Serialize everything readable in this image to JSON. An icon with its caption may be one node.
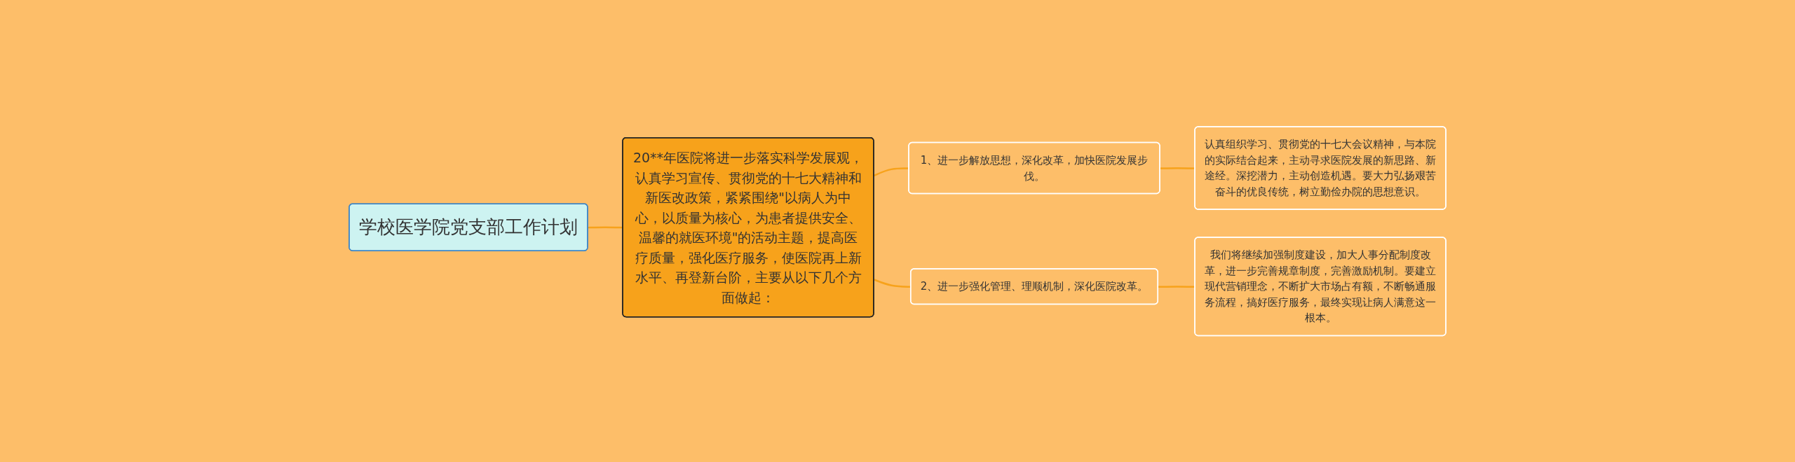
{
  "diagram": {
    "nodes": [
      {
        "text": [
          "学校医学院党支部工作计划"
        ]
      },
      {
        "text": [
          "20**年医院将进一步落实科学发展观，认真学习宣传、贯彻党的十七大精神和新医改政策，紧紧围绕\"以病人为中心，以质量为核心，为患者提供安全、温馨的就医环境\"的活动主题，提高医疗质量，强化医疗服务，使医院再上新水平、再登新台阶，主要从以下几个方面做起："
        ]
      },
      {
        "text": [
          "1、进一步解放思想，深化改革，加快医院发展步伐。"
        ]
      },
      {
        "text": [
          "认真组织学习、贯彻党的十七大会议精神，与本院的实际结合起来，主动寻求医院发展的新思路、新途经。深挖潜力，主动创造机遇。要大力弘扬艰苦奋斗的优良传统，树立勤俭办院的思想意识。"
        ]
      },
      {
        "text": [
          "2、进一步强化管理、理顺机制，深化医院改革。"
        ]
      },
      {
        "text": [
          "我们将继续加强制度建设，加大人事分配制度改革，进一步完善规章制度，完善激励机制。要建立现代营销理念，不断扩大市场占有额，不断畅通服务流程，搞好医疗服务，最终实现让病人满意这一根本。"
        ]
      }
    ],
    "edges": [
      {
        "from": 0,
        "to": 1,
        "arrow": "none"
      },
      {
        "from": 1,
        "to": 2,
        "arrow": "none"
      },
      {
        "from": 2,
        "to": 3,
        "arrow": "none"
      },
      {
        "from": 1,
        "to": 4,
        "arrow": "none"
      },
      {
        "from": 4,
        "to": 5,
        "arrow": "none"
      }
    ]
  }
}
